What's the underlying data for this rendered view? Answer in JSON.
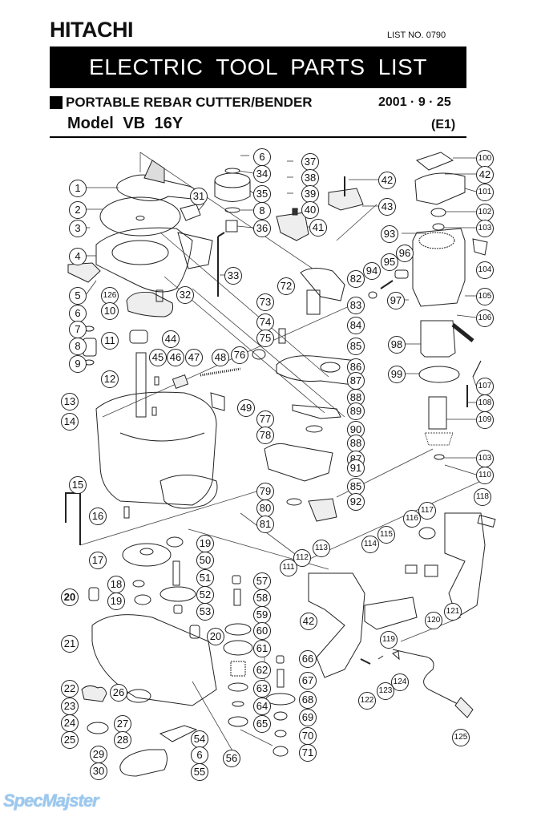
{
  "header": {
    "brand": "HITACHI",
    "list_no": "LIST NO.  0790",
    "banner": "ELECTRIC TOOL PARTS LIST",
    "product": "PORTABLE REBAR CUTTER/BENDER",
    "date": "2001 · 9 · 25",
    "model": "Model  VB  16Y",
    "edition": "(E1)"
  },
  "callouts": [
    {
      "no": "1"
    },
    {
      "no": "2"
    },
    {
      "no": "3"
    },
    {
      "no": "4"
    },
    {
      "no": "5"
    },
    {
      "no": "126"
    },
    {
      "no": "6"
    },
    {
      "no": "7"
    },
    {
      "no": "8"
    },
    {
      "no": "9"
    },
    {
      "no": "10"
    },
    {
      "no": "32"
    },
    {
      "no": "11"
    },
    {
      "no": "44"
    },
    {
      "no": "12"
    },
    {
      "no": "45"
    },
    {
      "no": "46"
    },
    {
      "no": "47"
    },
    {
      "no": "48"
    },
    {
      "no": "76"
    },
    {
      "no": "13"
    },
    {
      "no": "14"
    },
    {
      "no": "49"
    },
    {
      "no": "31"
    },
    {
      "no": "33"
    },
    {
      "no": "6"
    },
    {
      "no": "34"
    },
    {
      "no": "35"
    },
    {
      "no": "8"
    },
    {
      "no": "36"
    },
    {
      "no": "37"
    },
    {
      "no": "38"
    },
    {
      "no": "39"
    },
    {
      "no": "40"
    },
    {
      "no": "41"
    },
    {
      "no": "42"
    },
    {
      "no": "43"
    },
    {
      "no": "100"
    },
    {
      "no": "42"
    },
    {
      "no": "101"
    },
    {
      "no": "102"
    },
    {
      "no": "103"
    },
    {
      "no": "93"
    },
    {
      "no": "104"
    },
    {
      "no": "96"
    },
    {
      "no": "95"
    },
    {
      "no": "94"
    },
    {
      "no": "97"
    },
    {
      "no": "105"
    },
    {
      "no": "106"
    },
    {
      "no": "82"
    },
    {
      "no": "72"
    },
    {
      "no": "83"
    },
    {
      "no": "73"
    },
    {
      "no": "74"
    },
    {
      "no": "84"
    },
    {
      "no": "75"
    },
    {
      "no": "85"
    },
    {
      "no": "86"
    },
    {
      "no": "87"
    },
    {
      "no": "88"
    },
    {
      "no": "89"
    },
    {
      "no": "77"
    },
    {
      "no": "90"
    },
    {
      "no": "78"
    },
    {
      "no": "88"
    },
    {
      "no": "87"
    },
    {
      "no": "91"
    },
    {
      "no": "85"
    },
    {
      "no": "79"
    },
    {
      "no": "92"
    },
    {
      "no": "80"
    },
    {
      "no": "81"
    },
    {
      "no": "98"
    },
    {
      "no": "99"
    },
    {
      "no": "107"
    },
    {
      "no": "108"
    },
    {
      "no": "109"
    },
    {
      "no": "103"
    },
    {
      "no": "110"
    },
    {
      "no": "15"
    },
    {
      "no": "16"
    },
    {
      "no": "17"
    },
    {
      "no": "19"
    },
    {
      "no": "50"
    },
    {
      "no": "51"
    },
    {
      "no": "18"
    },
    {
      "no": "52"
    },
    {
      "no": "19"
    },
    {
      "no": "53"
    },
    {
      "no": "20"
    },
    {
      "no": "57"
    },
    {
      "no": "58"
    },
    {
      "no": "59"
    },
    {
      "no": "60"
    },
    {
      "no": "20"
    },
    {
      "no": "61"
    },
    {
      "no": "21"
    },
    {
      "no": "62"
    },
    {
      "no": "63"
    },
    {
      "no": "64"
    },
    {
      "no": "65"
    },
    {
      "no": "66"
    },
    {
      "no": "67"
    },
    {
      "no": "68"
    },
    {
      "no": "69"
    },
    {
      "no": "70"
    },
    {
      "no": "71"
    },
    {
      "no": "22"
    },
    {
      "no": "23"
    },
    {
      "no": "24"
    },
    {
      "no": "25"
    },
    {
      "no": "26"
    },
    {
      "no": "27"
    },
    {
      "no": "28"
    },
    {
      "no": "29"
    },
    {
      "no": "30"
    },
    {
      "no": "54"
    },
    {
      "no": "6"
    },
    {
      "no": "55"
    },
    {
      "no": "56"
    },
    {
      "no": "118"
    },
    {
      "no": "117"
    },
    {
      "no": "116"
    },
    {
      "no": "115"
    },
    {
      "no": "114"
    },
    {
      "no": "113"
    },
    {
      "no": "112"
    },
    {
      "no": "111"
    },
    {
      "no": "42"
    },
    {
      "no": "121"
    },
    {
      "no": "120"
    },
    {
      "no": "119"
    },
    {
      "no": "122"
    },
    {
      "no": "123"
    },
    {
      "no": "124"
    },
    {
      "no": "125"
    }
  ],
  "watermark": "SpecMajster"
}
